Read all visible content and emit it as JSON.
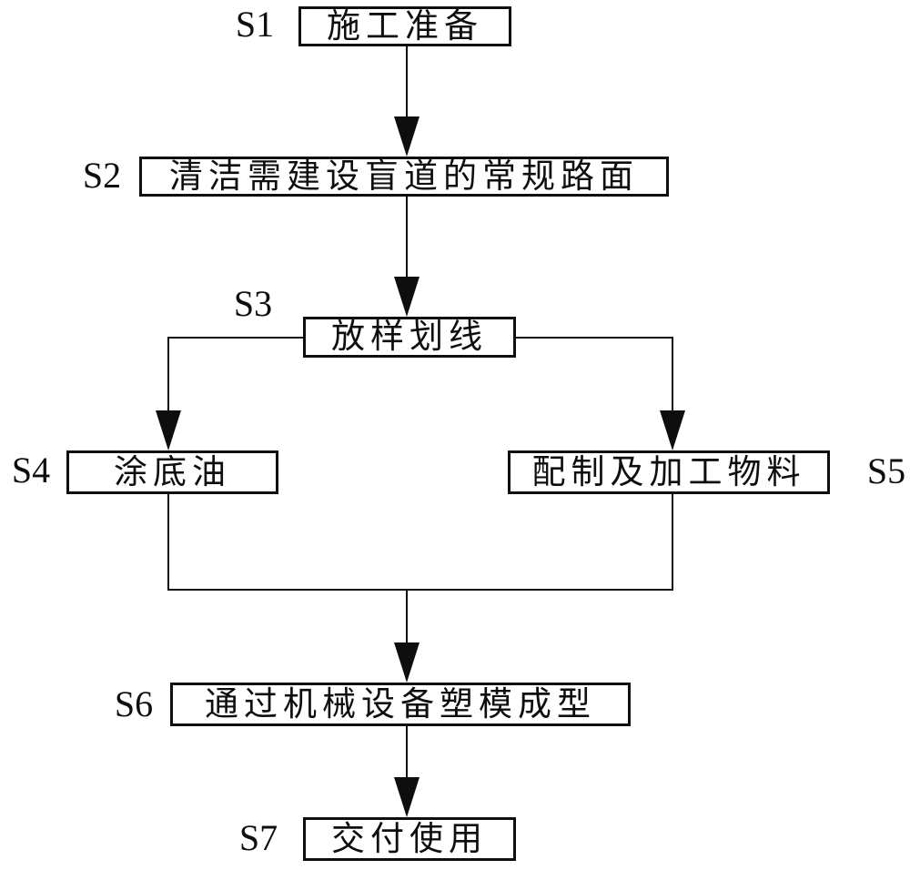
{
  "figure": {
    "type": "flowchart",
    "background_color": "#ffffff",
    "line_color": "#0e0e0e",
    "description": "patent-style construction process flow diagram"
  },
  "steps": [
    {
      "id": "S1",
      "text": "施工准备"
    },
    {
      "id": "S2",
      "text": "清洁需建设盲道的常规路面"
    },
    {
      "id": "S3",
      "text": "放样划线"
    },
    {
      "id": "S4",
      "text": "涂底油"
    },
    {
      "id": "S5",
      "text": "配制及加工物料"
    },
    {
      "id": "S6",
      "text": "通过机械设备塑模成型"
    },
    {
      "id": "S7",
      "text": "交付使用"
    }
  ],
  "edges": [
    {
      "from": "S1",
      "to": "S2"
    },
    {
      "from": "S2",
      "to": "S3"
    },
    {
      "from": "S3",
      "to": "S4"
    },
    {
      "from": "S3",
      "to": "S5"
    },
    {
      "from": "S4",
      "to": "S6"
    },
    {
      "from": "S5",
      "to": "S6"
    },
    {
      "from": "S6",
      "to": "S7"
    }
  ]
}
